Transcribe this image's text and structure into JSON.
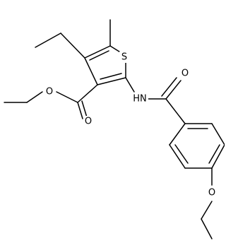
{
  "atoms": {
    "sulfur": "S",
    "amide_nh": "HN",
    "amide_o": "O",
    "ester_o_carbonyl": "O",
    "ester_o_single": "O",
    "ether_o": "O"
  },
  "colors": {
    "bond": "#000000",
    "background": "#ffffff"
  }
}
